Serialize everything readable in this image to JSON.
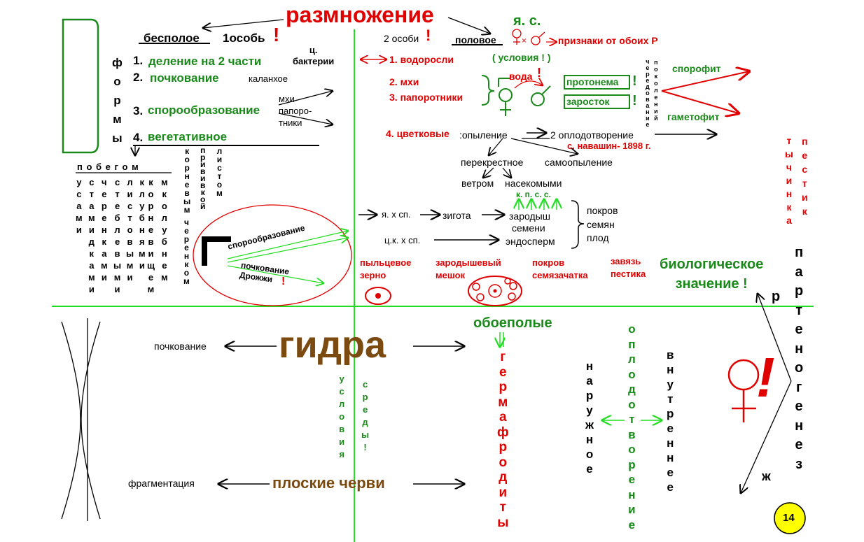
{
  "title": "размножение",
  "top_left": {
    "asexual": "бесполое",
    "one_individual": "1особь",
    "excl": "!",
    "forms_label": "ф\nо\nр\nм\nы",
    "items": [
      {
        "num": "1.",
        "text": "деление на 2 части"
      },
      {
        "num": "2.",
        "text": "почкование"
      },
      {
        "num": "3.",
        "text": "спорообразование"
      },
      {
        "num": "4.",
        "text": "вегетативное"
      }
    ],
    "bacteria": "ц.\nбактерии",
    "kalanchoe": "каланхое",
    "spore_orgs": "мхи\nпапоро-\nтники",
    "shoots_header": "п о б е г о м",
    "cols": [
      "у\nс\nа\nм\nи",
      "с\nт\nа\nм\nи\nд\nк\nа\nм\nи",
      "ч\nе\nр\nе\nн\nк\nа\nм\nи",
      "с\nт\nе\nб\nл\nе\nв\nы\nм\nи",
      "л\nи\nс\nт\nо\nв\nы\nм\nи",
      "к\nл\nу\nб\nн\nя\nм\nи",
      "к\nо\nр\nн\nе\nв\nи\nщ\nе\nм",
      "м\nк\nо\nл\nу\nб\nн\nе\nм"
    ],
    "roots": "к\nо\nр\nн\nе\nв\nы\nм",
    "cuttings": "ч\nе\nр\nе\nн\nк\nо\nм",
    "grafting": "п\nр\nи\nв\nи\nв\nк\nо\nй",
    "leaf": "л\nи\nс\nт\nо\nм",
    "circle_spore": "спорообразование",
    "circle_budding": "почкование",
    "circle_yeast": "Дрожжи"
  },
  "top_right": {
    "two_individuals": "2 особи",
    "sexual": "половое",
    "ya_s": "я. с.",
    "signs": "признаки от обоих Р",
    "conditions": "( условия ! )",
    "algae": "1. водоросли",
    "mosses": "2. мхи",
    "ferns": "3. папоротники",
    "water": "вода",
    "protonema": "протонема",
    "prothallus": "заросток",
    "alternation": "ч\nе\nр\nе\nд\nо\nв\nа\nн\nи\nе",
    "generations": "п\nо\nк\nо\nл\nе\nн\nи\nй",
    "sporophyte": "спорофит",
    "gametophyte": "гаметофит",
    "flowering": "4. цветковые",
    "pollination": ":опыление",
    "double_fert": "2 оплодотворение",
    "navashin": "с. навашин- 1898 г.",
    "cross": "перекрестное",
    "self": "самоопыление",
    "wind": "ветром",
    "insects": "насекомыми",
    "ya_sp": "я. х сп.",
    "zygote": "зигота",
    "kpss": "к. п. с. с.",
    "embryo": "зародыш",
    "seed": "семени",
    "endosperm": "эндосперм",
    "ck_sp": "ц.к. х сп.",
    "cover": "покров",
    "seeds": "семян",
    "fruit": "плод",
    "pollen": "пыльцевое\nзерно",
    "embryo_sac": "зародышевый\nмешок",
    "seed_cover": "покров\nсемязачатка",
    "ovary": "завязь\nпестика",
    "bio_value": "биологическое\nзначение !",
    "stamen": "т\nы\nч\nи\nн\nк\nа",
    "pistil": "п\nе\nс\nт\nи\nк",
    "parthenogenesis": "п\nа\nр\nт\nе\nн\nо\nг\nе\nн\nе\nз",
    "r_letter": "р",
    "zh_letter": "ж"
  },
  "bottom": {
    "hydra": "гидра",
    "budding": "почкование",
    "flatworms": "плоские черви",
    "fragmentation": "фрагментация",
    "conditions": "у\nс\nл\nо\nв\nи\nя",
    "environment": "с\nр\nе\nд\nы\n!",
    "bisexual": "обоеполые",
    "hermaphrodites": "г\nе\nр\nм\nа\nф\nр\nо\nд\nи\nт\nы",
    "external": "н\nа\nр\nу\nж\nн\nо\nе",
    "fertilization": "о\nп\nл\nо\nд\nо\nт\nв\nо\nр\nе\nн\nи\nе",
    "internal": "в\nн\nу\nт\nр\nе\nн\nн\nе\nе",
    "page_number": "14"
  },
  "colors": {
    "red": "#e00000",
    "green": "#1a8a1a",
    "brown": "#7a4a10",
    "yellow": "#ffff00",
    "bright_green": "#22dd22"
  }
}
